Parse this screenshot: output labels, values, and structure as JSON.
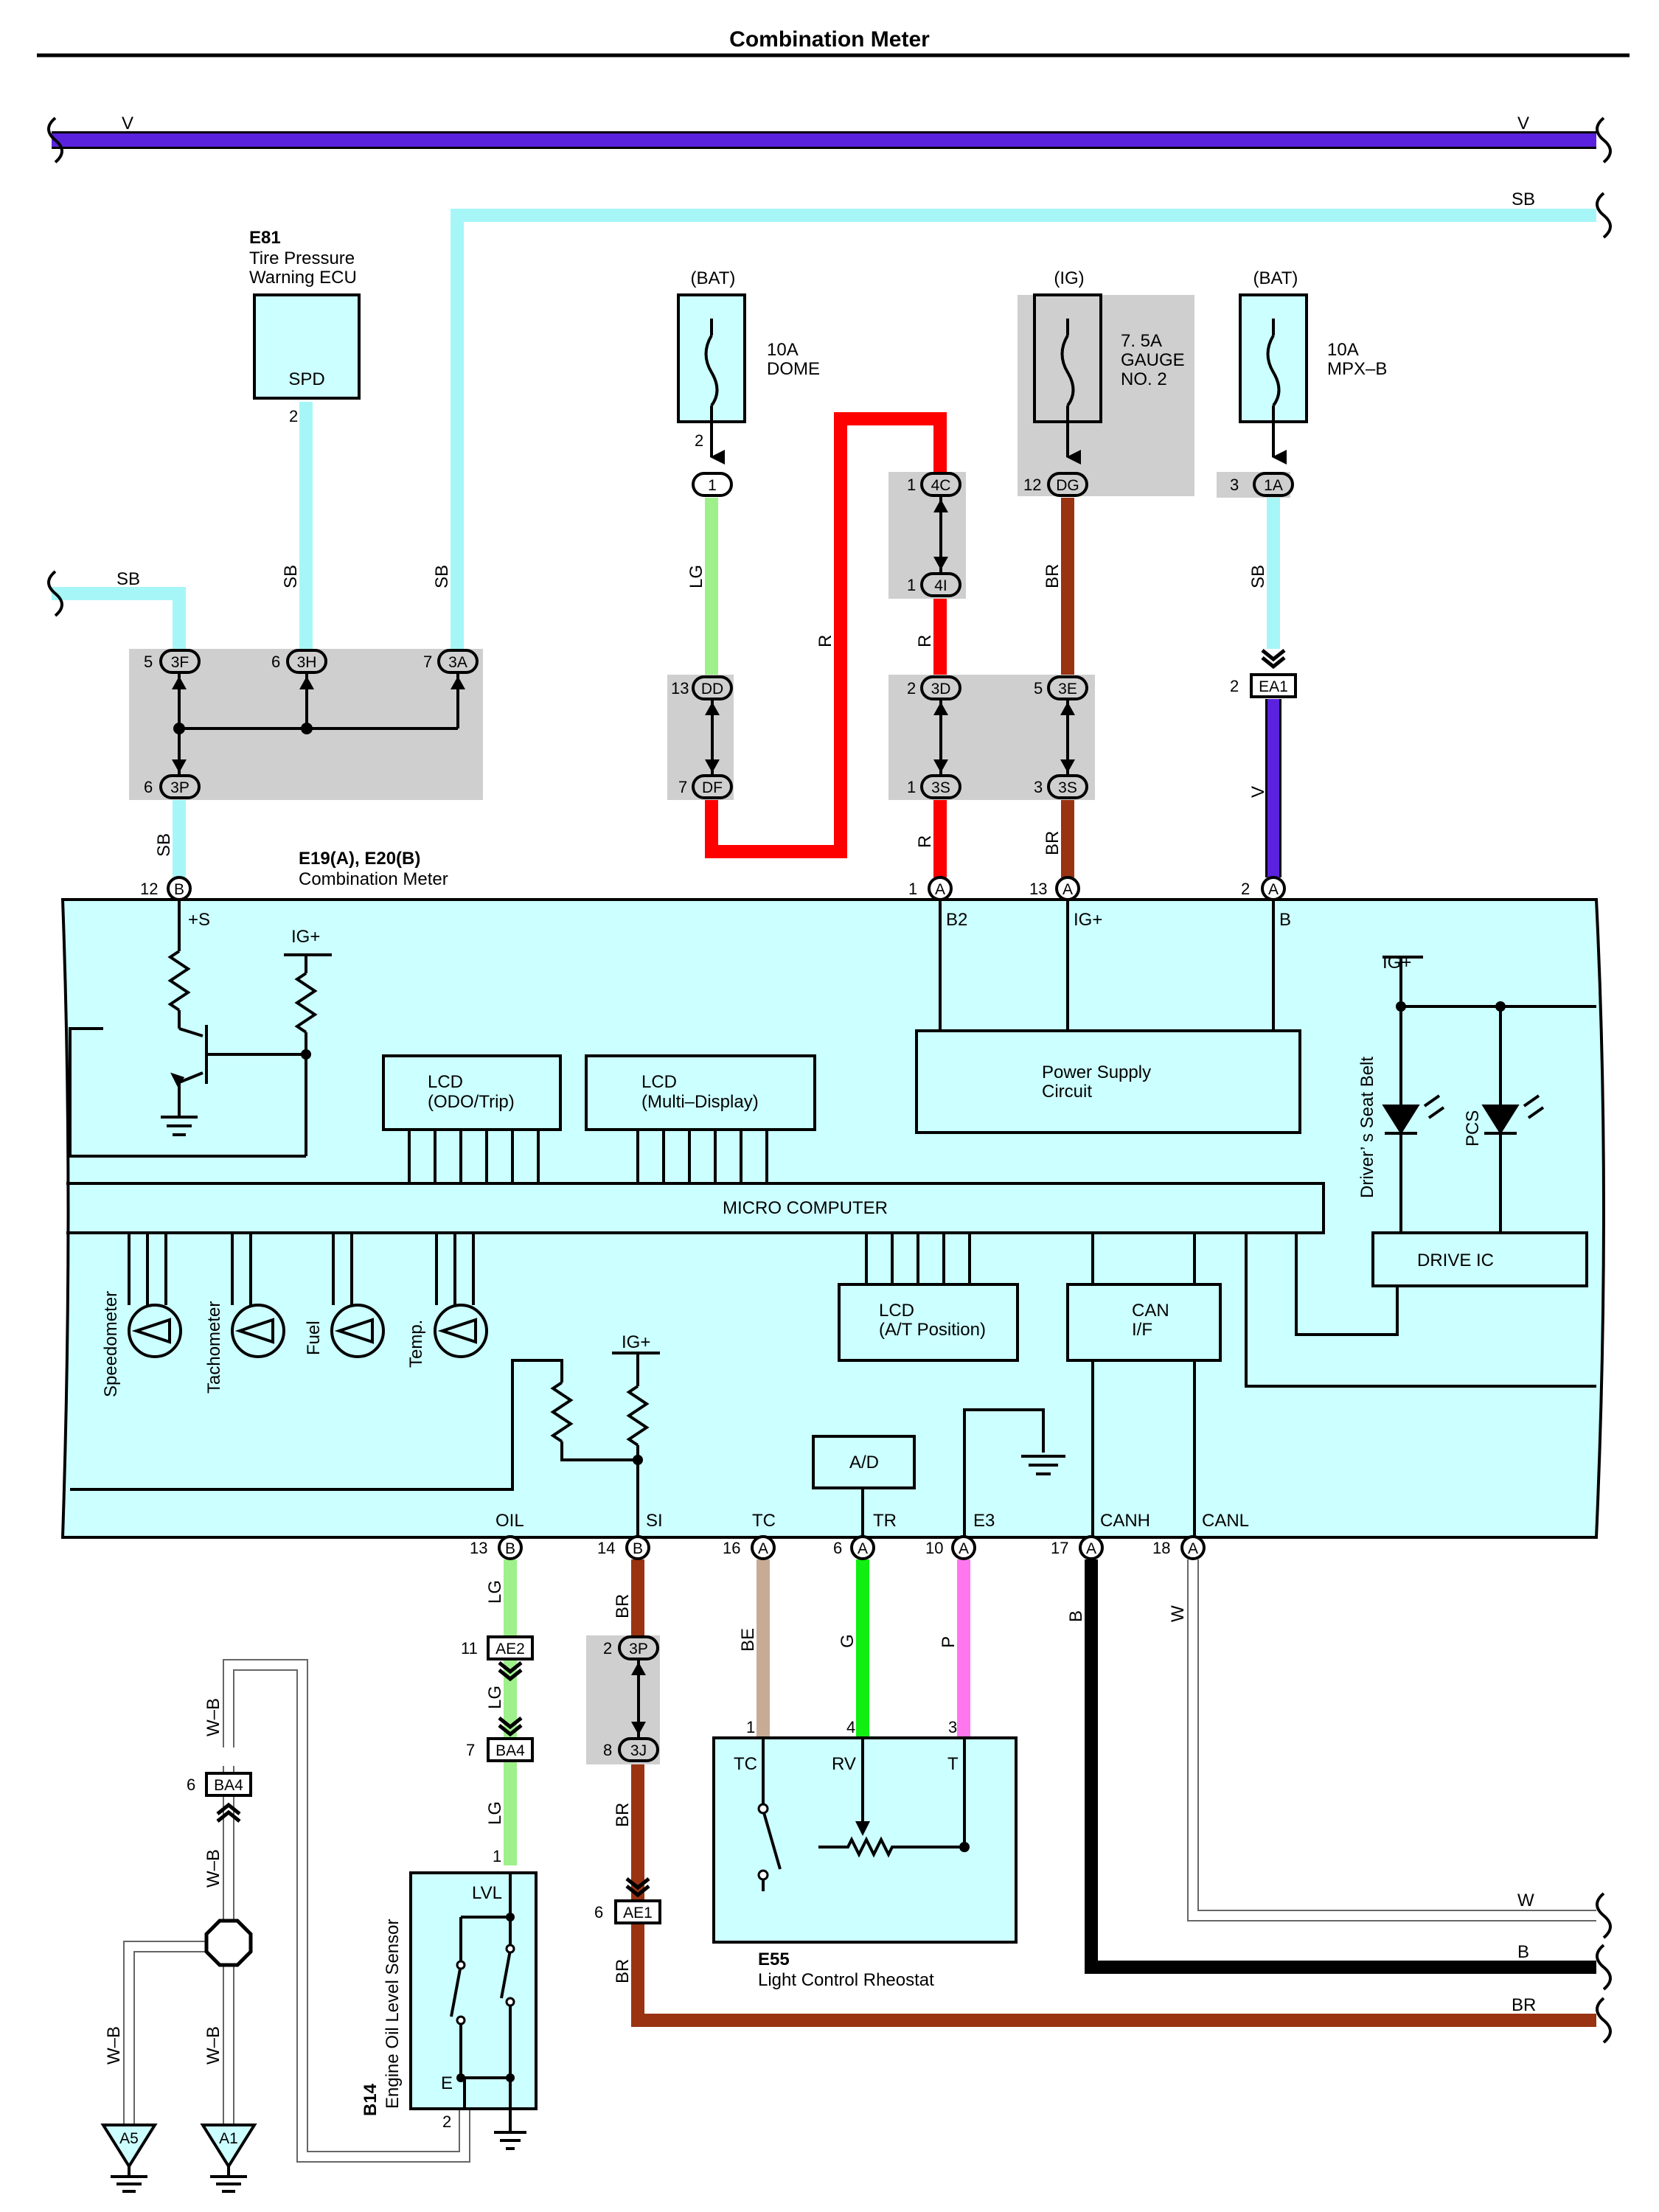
{
  "title": "Combination Meter",
  "colors": {
    "V": "#5a22dd",
    "SB": "#a6f6f8",
    "LG": "#9ef08a",
    "R": "#ff0000",
    "BR": "#993311",
    "BE": "#c8ab94",
    "G": "#11ee11",
    "P": "#ff77ee",
    "B": "#000000",
    "W": "#ffffff",
    "panel": "#ccffff",
    "shade": "#cfcfcf"
  },
  "top_bus": {
    "left": "V",
    "right": "V"
  },
  "sb_bus": "SB",
  "e81": {
    "code": "E81",
    "line1": "Tire Pressure",
    "line2": "Warning ECU",
    "term": "SPD",
    "pin": "2"
  },
  "fuse_dome": {
    "src": "(BAT)",
    "line1": "10A",
    "line2": "DOME",
    "pin": "2",
    "conn": "1"
  },
  "fuse_gauge": {
    "src": "(IG)",
    "line1": "7. 5A",
    "line2": "GAUGE",
    "line3": "NO. 2",
    "pin": "12",
    "conn": "DG"
  },
  "fuse_mpx": {
    "src": "(BAT)",
    "line1": "10A",
    "line2": "MPX–B",
    "pin": "3",
    "conn": "1A"
  },
  "wire_labels": {
    "sb_left": "SB",
    "sb_spd": "SB",
    "sb_3a": "SB",
    "sb_b12": "SB",
    "lg_dome": "LG",
    "r_long": "R",
    "r_4i": "R",
    "r_a1": "R",
    "br_gauge": "BR",
    "br_a13": "BR",
    "sb_mpx": "SB",
    "v_ea1": "V",
    "lg_oil": "LG",
    "lg_ae2": "LG",
    "lg_ba4": "LG",
    "br_si": "BR",
    "br_3j": "BR",
    "br_ae1": "BR",
    "be_tc": "BE",
    "g_tr": "G",
    "p_e3": "P",
    "b_canh": "B",
    "w_canl": "W",
    "wb1": "W–B",
    "wb2": "W–B",
    "wb3": "W–B",
    "wb4": "W–B",
    "w_right": "W",
    "b_right": "B",
    "br_right": "BR"
  },
  "junctions": {
    "j3f": {
      "pin": "5",
      "name": "3F"
    },
    "j3h": {
      "pin": "6",
      "name": "3H"
    },
    "j3a": {
      "pin": "7",
      "name": "3A"
    },
    "j3p_top": {
      "pin": "6",
      "name": "3P"
    },
    "j4c": {
      "pin": "1",
      "name": "4C"
    },
    "j4i": {
      "pin": "1",
      "name": "4I"
    },
    "jdd": {
      "pin": "13",
      "name": "DD"
    },
    "jdf": {
      "pin": "7",
      "name": "DF"
    },
    "j3d": {
      "pin": "2",
      "name": "3D"
    },
    "j3s1": {
      "pin": "1",
      "name": "3S"
    },
    "j3e": {
      "pin": "5",
      "name": "3E"
    },
    "j3s2": {
      "pin": "3",
      "name": "3S"
    },
    "jea1": {
      "pin": "2",
      "name": "EA1"
    },
    "jae2": {
      "pin": "11",
      "name": "AE2"
    },
    "jba4b": {
      "pin": "7",
      "name": "BA4"
    },
    "j3p_bot": {
      "pin": "2",
      "name": "3P"
    },
    "j3j": {
      "pin": "8",
      "name": "3J"
    },
    "jae1": {
      "pin": "6",
      "name": "AE1"
    },
    "jba4": {
      "pin": "6",
      "name": "BA4"
    }
  },
  "meter": {
    "title": "E19(A), E20(B)",
    "subtitle": "Combination Meter",
    "top_pins": [
      {
        "pin": "12",
        "conn": "B",
        "term": "+S"
      },
      {
        "pin": "1",
        "conn": "A",
        "term": "B2"
      },
      {
        "pin": "13",
        "conn": "A",
        "term": "IG+"
      },
      {
        "pin": "2",
        "conn": "A",
        "term": "B"
      }
    ],
    "bottom_pins": [
      {
        "pin": "13",
        "conn": "B",
        "term": "OIL"
      },
      {
        "pin": "14",
        "conn": "B",
        "term": "SI"
      },
      {
        "pin": "16",
        "conn": "A",
        "term": "TC"
      },
      {
        "pin": "6",
        "conn": "A",
        "term": "TR"
      },
      {
        "pin": "10",
        "conn": "A",
        "term": "E3"
      },
      {
        "pin": "17",
        "conn": "A",
        "term": "CANH"
      },
      {
        "pin": "18",
        "conn": "A",
        "term": "CANL"
      }
    ],
    "ig_labels": {
      "ig1": "IG+",
      "ig2": "IG+",
      "ig3": "IG+"
    },
    "lcd_odo": {
      "line1": "LCD",
      "line2": "(ODO/Trip)"
    },
    "lcd_multi": {
      "line1": "LCD",
      "line2": "(Multi–Display)"
    },
    "power_supply": {
      "line1": "Power Supply",
      "line2": "Circuit"
    },
    "micro": "MICRO COMPUTER",
    "lcd_at": {
      "line1": "LCD",
      "line2": "(A/T Position)"
    },
    "can": {
      "line1": "CAN",
      "line2": "I/F"
    },
    "ad": "A/D",
    "drive_ic": "DRIVE IC",
    "seat_belt": "Driver’ s Seat Belt",
    "pcs": "PCS",
    "gauges": [
      "Speedometer",
      "Tachometer",
      "Fuel",
      "Temp."
    ]
  },
  "e55": {
    "code": "E55",
    "name": "Light Control Rheostat",
    "tc": "TC",
    "rv": "RV",
    "t": "T",
    "p1": "1",
    "p4": "4",
    "p3": "3"
  },
  "b14": {
    "code": "B14",
    "name": "Engine Oil Level Sensor",
    "lvl": "LVL",
    "e": "E",
    "p1": "1",
    "p2": "2"
  },
  "grounds": {
    "a5": "A5",
    "a1": "A1"
  }
}
